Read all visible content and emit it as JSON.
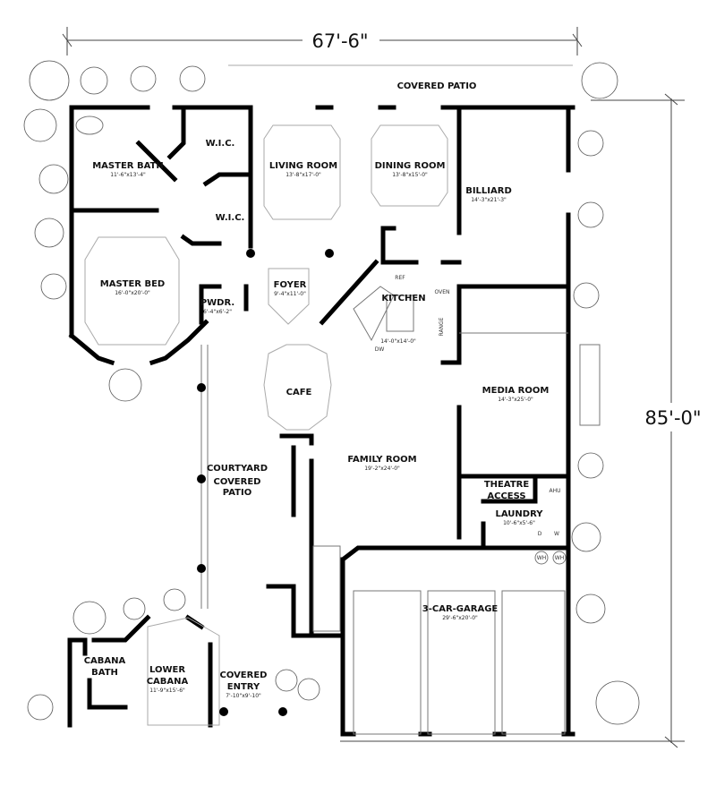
{
  "dimensions": {
    "width": "67'-6\"",
    "depth": "85'-0\""
  },
  "rooms": {
    "covered_patio": {
      "name": "COVERED PATIO"
    },
    "master_bath": {
      "name": "MASTER BATH",
      "size": "11'-6\"x13'-4\""
    },
    "wic_1": {
      "name": "W.I.C."
    },
    "wic_2": {
      "name": "W.I.C."
    },
    "living_room": {
      "name": "LIVING ROOM",
      "size": "13'-8\"x17'-0\""
    },
    "dining_room": {
      "name": "DINING ROOM",
      "size": "13'-8\"x15'-0\""
    },
    "billiard": {
      "name": "BILLIARD",
      "size": "14'-3\"x21'-3\""
    },
    "master_bed": {
      "name": "MASTER BED",
      "size": "16'-0\"x20'-0\""
    },
    "powder": {
      "name": "PWDR.",
      "size": "6'-4\"x6'-2\""
    },
    "foyer": {
      "name": "FOYER",
      "size": "9'-4\"x11'-0\""
    },
    "kitchen": {
      "name": "KITCHEN",
      "size": "14'-0\"x14'-0\""
    },
    "cafe": {
      "name": "CAFE"
    },
    "media_room": {
      "name": "MEDIA ROOM",
      "size": "14'-3\"x25'-0\""
    },
    "family_room": {
      "name": "FAMILY ROOM",
      "size": "19'-2\"x24'-0\""
    },
    "courtyard": {
      "line1": "COURTYARD",
      "line2": "COVERED",
      "line3": "PATIO"
    },
    "theatre_access": {
      "line1": "THEATRE",
      "line2": "ACCESS"
    },
    "laundry": {
      "name": "LAUNDRY",
      "size": "10'-6\"x5'-6\""
    },
    "garage": {
      "name": "3-CAR-GARAGE",
      "size": "29'-6\"x20'-0\""
    },
    "cabana_bath": {
      "line1": "CABANA",
      "line2": "BATH"
    },
    "lower_cabana": {
      "line1": "LOWER",
      "line2": "CABANA",
      "size": "11'-9\"x15'-6\""
    },
    "covered_entry": {
      "line1": "COVERED",
      "line2": "ENTRY",
      "size": "7'-10\"x9'-10\""
    }
  },
  "fixtures": {
    "ref": "REF",
    "oven": "OVEN",
    "range": "RANGE",
    "dw": "DW",
    "ahu": "AHU",
    "dryer": "D",
    "washer": "W",
    "wh1": "WH",
    "wh2": "WH"
  }
}
